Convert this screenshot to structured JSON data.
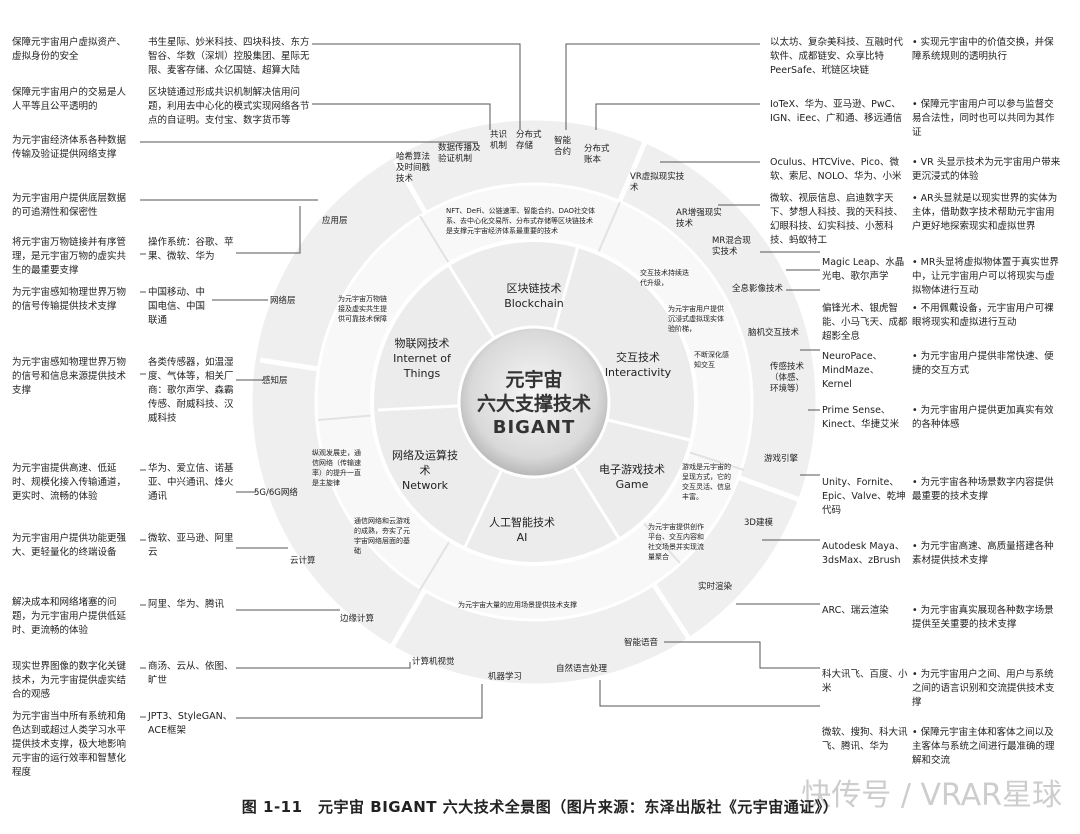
{
  "center": {
    "line1": "元宇宙",
    "line2": "六大支撑技术",
    "line3": "BIGANT"
  },
  "pillars": [
    {
      "cn": "区块链技术",
      "en": "Blockchain"
    },
    {
      "cn": "交互技术",
      "en": "Interactivity"
    },
    {
      "cn": "电子游戏技术",
      "en": "Game"
    },
    {
      "cn": "人工智能技术",
      "en": "AI"
    },
    {
      "cn": "网络及运算技术",
      "en": "Network"
    },
    {
      "cn": "物联网技术",
      "en": "Internet of Things"
    }
  ],
  "middle_notes": {
    "blockchain": "NFT、DeFi、公链速率、智能合约、DAO社交体系、去中心化交易所、分布式存储等区块链技术是支撑元宇宙经济体系最重要的技术",
    "interactivity_a": "交互技术持续迭代升级，",
    "interactivity_b": "为元宇宙用户提供沉浸式虚拟现实体验阶梯，",
    "interactivity_c": "不断深化感知交互",
    "game": "游戏是元宇宙的呈现方式，它的交互灵活、信息丰富。",
    "ai_game": "为元宇宙提供创作平台、交互内容和社交场景并实现流量聚合",
    "ai": "为元宇宙大量的应用场景提供技术支撑",
    "network": "通信网络和云游戏的成熟，夯实了元宇宙网络层面的基础",
    "network_b": "纵观发展史，通信网络（传输速率）的提升一直是主旋律",
    "iot": "为元宇宙万物链接及虚实共生提供可靠技术保障"
  },
  "ring_labels": {
    "blockchain": [
      "哈希算法及时间戳技术",
      "数据传播及验证机制",
      "共识机制",
      "分布式存储",
      "智能合约",
      "分布式账本"
    ],
    "interactivity": [
      "VR虚拟现实技术",
      "AR增强现实技术",
      "MR混合现实技术",
      "全息影像技术",
      "脑机交互技术",
      "传感技术（体感、环境等）"
    ],
    "game": [
      "游戏引擎",
      "3D建模",
      "实时渲染"
    ],
    "ai": [
      "智能语音",
      "自然语言处理",
      "机器学习",
      "计算机视觉"
    ],
    "network": [
      "边缘计算",
      "云计算",
      "5G/6G网络"
    ],
    "iot": [
      "感知层",
      "网络层",
      "应用层"
    ]
  },
  "left_notes": [
    "保障元宇宙用户虚拟资产、虚拟身份的安全",
    "保障元宇宙用户的交易是人人平等且公平透明的",
    "为元宇宙经济体系各种数据传输及验证提供网络支撑",
    "为元宇宙用户提供底层数据的可追溯性和保密性",
    "将元宇宙万物链接并有序管理，是元宇宙万物的虚实共生的最重要支撑",
    "为元宇宙感知物理世界万物的信号传输提供技术支撑",
    "为元宇宙感知物理世界万物的信号和信息来源提供技术支撑",
    "为元宇宙提供高速、低延时、规模化接入传输通道，更实时、流畅的体验",
    "为元宇宙用户提供功能更强大、更轻量化的终端设备",
    "解决成本和网络堵塞的问题，为元宇宙用户提供低延时、更流畅的体验",
    "现实世界图像的数字化关键技术，为元宇宙提供虚实结合的观感",
    "为元宇宙当中所有系统和角色达到或超过人类学习水平提供技术支撑，极大地影响元宇宙的运行效率和智慧化程度"
  ],
  "left_companies": [
    "书生星际、妙米科技、四块科技、东方智谷、华数（深圳）控股集团、星际无限、麦客存储、众亿国链、超算大陆",
    "区块链通过形成共识机制解决信用问题，利用去中心化的模式实现网络各节点的自证明。支付宝、数字货币等",
    "操作系统：谷歌、苹果、微软、华为",
    "中国移动、中国电信、中国联通",
    "各类传感器，如温湿度、气体等，相关厂商：歌尔声学、森霸传感、耐威科技、汉威科技",
    "华为、爱立信、诺基亚、中兴通讯、烽火通讯",
    "微软、亚马逊、阿里云",
    "阿里、华为、腾讯",
    "商汤、云从、依图、旷世",
    "JPT3、StyleGAN、ACE框架"
  ],
  "right_companies": [
    "以太坊、复杂美科技、互融时代软件、成都链安、众享比特PeerSafe、玳链区块链",
    "IoTeX、华为、亚马逊、PwC、IGN、iEec、广和通、移远通信",
    "Oculus、HTCVive、Pico、微软、索尼、NOLO、华为、小米",
    "微软、视辰信息、启迪数字天下、梦想人科技、我的天科技、幻眼科技、幻实科技、小葱科技、蚂蚁特工",
    "Magic Leap、水晶光电、歌尔声学",
    "偏锋光术、银虎智能、小马飞天、成都超影全息",
    "NeuroPace、MindMaze、Kernel",
    "Prime Sense、Kinect、华捷艾米",
    "Unity、Fornite、Epic、Valve、乾坤代码",
    "Autodesk Maya、3dsMax、zBrush",
    "ARC、瑞云渲染",
    "科大讯飞、百度、小米",
    "微软、搜狗、科大讯飞、腾讯、华为"
  ],
  "right_notes": [
    "实现元宇宙中的价值交换，并保障系统规则的透明执行",
    "保障元宇宙用户可以参与监督交易合法性，同时也可以共同为其作证",
    "VR 头显示技术为元宇宙用户带来更沉浸式的体验",
    "AR头显就是以现实世界的实体为主体，借助数字技术帮助元宇宙用户更好地探索现实和虚拟世界",
    "MR头显将虚拟物体置于真实世界中，让元宇宙用户可以将现实与虚拟物体进行互动",
    "不用佩戴设备，元宇宙用户可裸眼将现实和虚拟进行互动",
    "为元宇宙用户提供非常快速、便捷的交互方式",
    "为元宇宙用户提供更加真实有效的各种体感",
    "为元宇宙各种场景数字内容提供最重要的技术支撑",
    "为元宇宙高速、高质量搭建各种素材提供技术支撑",
    "为元宇宙真实展现各种数字场景提供至关重要的技术支撑",
    "为元宇宙用户之间、用户与系统之间的语言识别和交流提供技术支撑",
    "保障元宇宙主体和客体之间以及主客体与系统之间进行最准确的理解和交流"
  ],
  "caption": "图 1-11　元宇宙 BIGANT 六大技术全景图（图片来源：东泽出版社《元宇宙通证》）",
  "watermark": "快传号 / VRAR星球"
}
